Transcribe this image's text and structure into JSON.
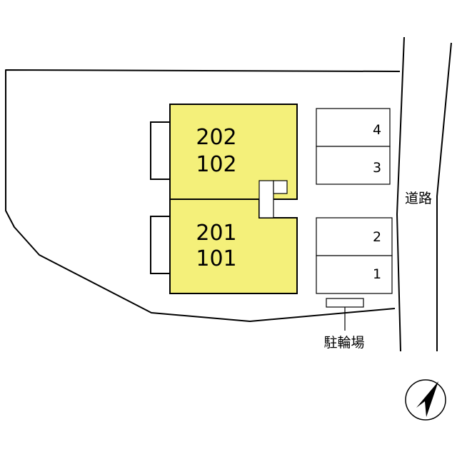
{
  "buildings": [
    {
      "units": [
        "202",
        "102"
      ]
    },
    {
      "units": [
        "201",
        "101"
      ]
    }
  ],
  "parking": {
    "spaces": [
      "4",
      "3",
      "2",
      "1"
    ]
  },
  "labels": {
    "road": "道路",
    "bicycle_parking": "駐輪場"
  },
  "icons": {
    "compass": "north-arrow-icon"
  },
  "colors": {
    "building_fill": "#f4f07a",
    "line": "#000000",
    "background": "#ffffff"
  }
}
